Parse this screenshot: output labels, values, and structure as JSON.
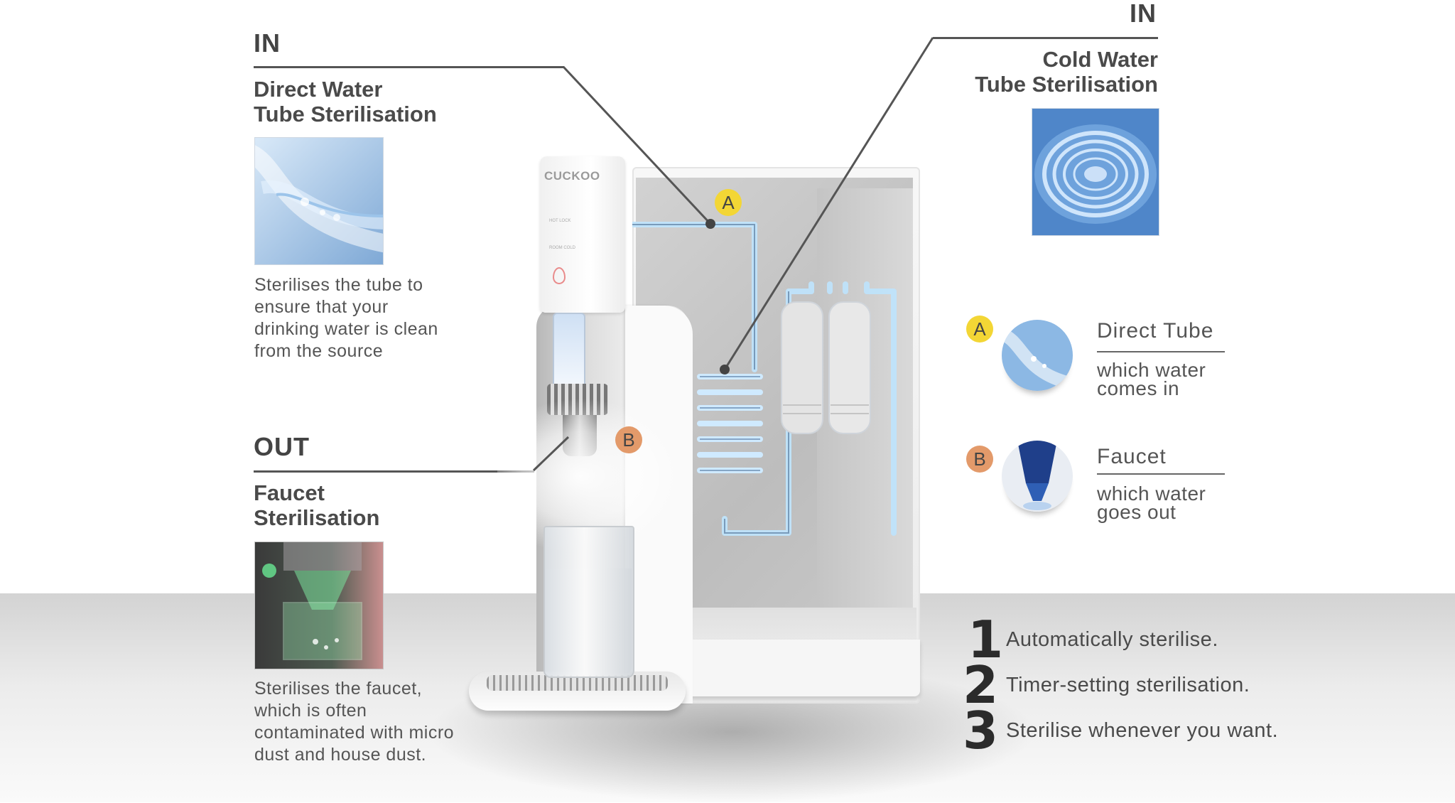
{
  "left_top": {
    "label": "IN",
    "title_line1": "Direct Water",
    "title_line2": "Tube Sterilisation",
    "desc_lines": [
      "Sterilises the tube to",
      "ensure that your",
      "drinking water is clean",
      "from the source"
    ]
  },
  "left_bottom": {
    "label": "OUT",
    "title_line1": "Faucet",
    "title_line2": "Sterilisation",
    "desc_lines": [
      "Sterilises the faucet,",
      "which is often",
      "contaminated with micro",
      "dust and house dust."
    ]
  },
  "right_top": {
    "label": "IN",
    "title_line1": "Cold Water",
    "title_line2": "Tube Sterilisation"
  },
  "machine": {
    "brand": "CUCKOO",
    "button1": "HOT LOCK",
    "button2": "ROOM COLD"
  },
  "markers": {
    "a": "A",
    "b": "B"
  },
  "legend": [
    {
      "badge": "A",
      "title": "Direct Tube",
      "desc_line1": "which water",
      "desc_line2": "comes in"
    },
    {
      "badge": "B",
      "title": "Faucet",
      "desc_line1": "which water",
      "desc_line2": "goes out"
    }
  ],
  "steps": [
    {
      "num": "1",
      "text": "Automatically sterilise."
    },
    {
      "num": "2",
      "text": "Timer-setting sterilisation."
    },
    {
      "num": "3",
      "text": "Sterilise whenever you want."
    }
  ],
  "colors": {
    "badge_a": "#f3d635",
    "badge_b": "#e39a6a",
    "tube_glow": "#bfe3fb"
  }
}
